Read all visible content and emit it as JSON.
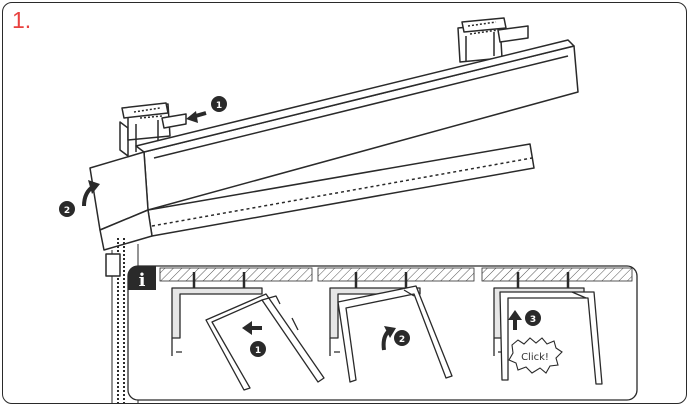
{
  "step_number": "1.",
  "callouts": {
    "step_one": "1",
    "step_two": "2",
    "step_three": "3"
  },
  "info_badge": "i",
  "click_label": "Click!",
  "colors": {
    "accent": "#e8413f",
    "line": "#2a2a2a",
    "badge": "#2a2a2a"
  }
}
